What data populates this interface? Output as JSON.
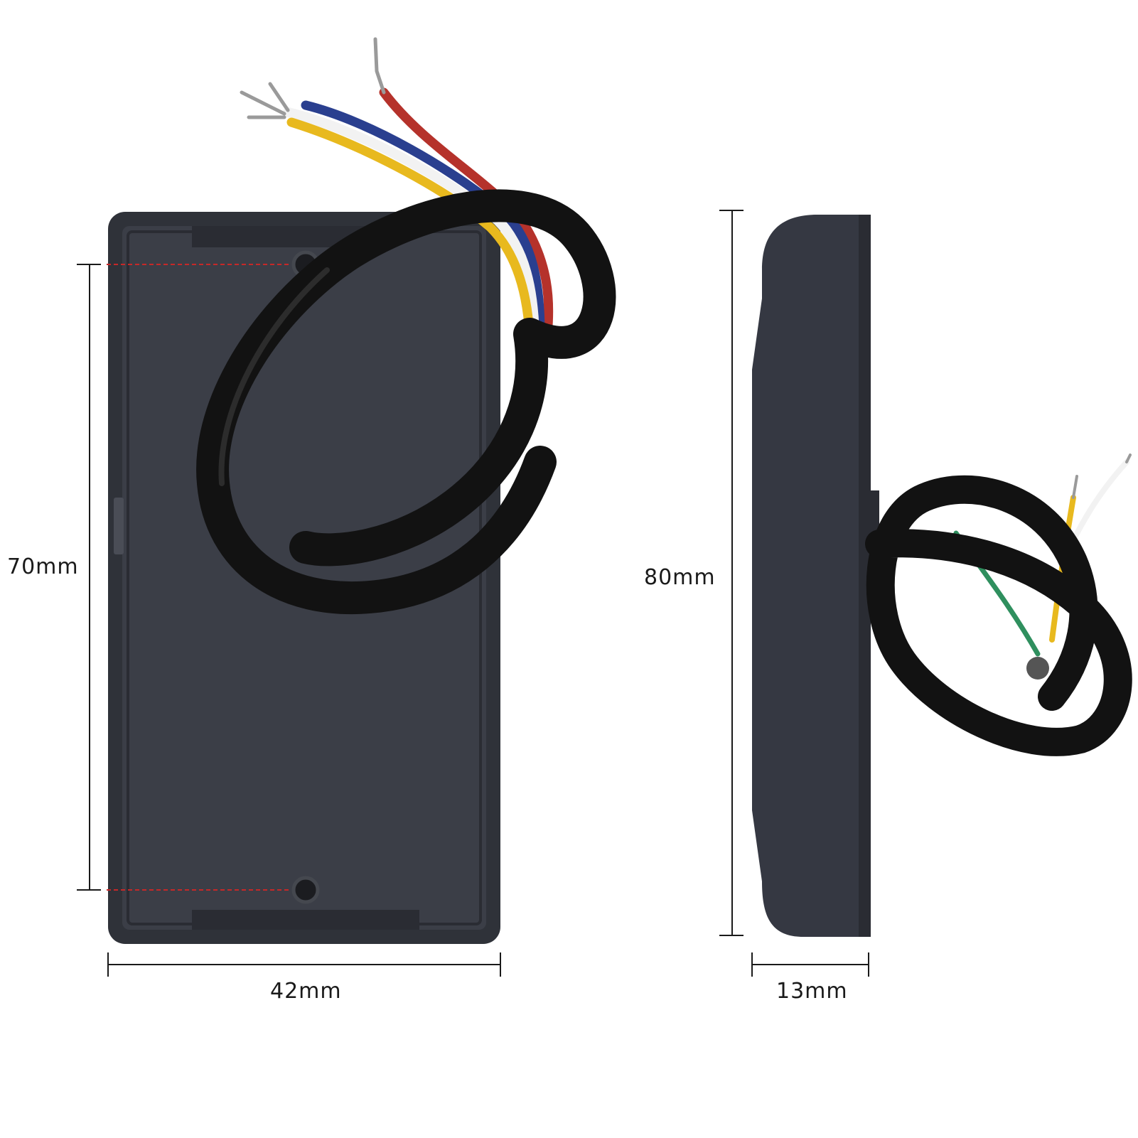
{
  "dimensions": {
    "hole_spacing": "70mm",
    "height": "80mm",
    "width": "42mm",
    "thickness": "13mm"
  },
  "colors": {
    "housing": "#3b3e47",
    "housing_dark": "#2b2d34",
    "cable": "#121212",
    "wire_red": "#b5322b",
    "wire_blue": "#2a3f8f",
    "wire_yellow": "#e8b91e",
    "wire_white": "#f2f2f2",
    "wire_green": "#2f8f5e",
    "guide_line": "#c62828",
    "dimension_line": "#1a1a1a"
  },
  "views": [
    "back-view",
    "side-view"
  ]
}
